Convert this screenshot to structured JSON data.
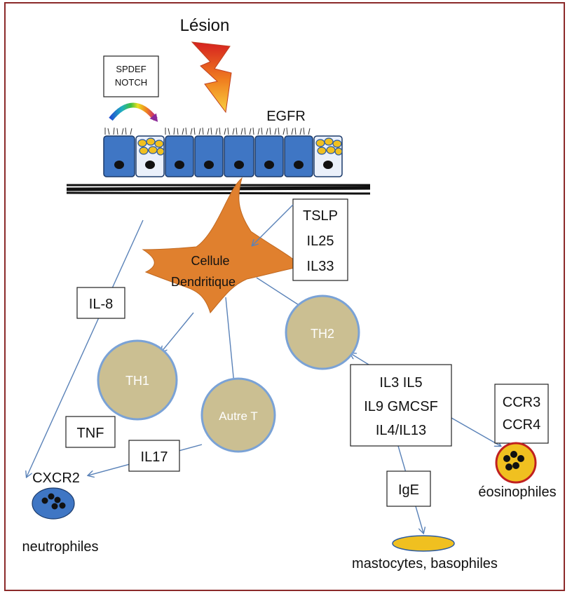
{
  "title": "Lésion",
  "trigger": {
    "line1": "SPDEF",
    "line2": "NOTCH"
  },
  "egfr": "EGFR",
  "cytokines_box": [
    "TSLP",
    "IL25",
    "IL33"
  ],
  "dendritic_cell": {
    "line1": "Cellule",
    "line2": "Dendritique"
  },
  "il8": "IL-8",
  "cells": {
    "th1": "TH1",
    "th2": "TH2",
    "autre_t": "Autre T"
  },
  "tnf": "TNF",
  "il17": "IL17",
  "cxcr2": "CXCR2",
  "neutrophiles": "neutrophiles",
  "th2_cytokines": [
    "IL3 IL5",
    "IL9 GMCSF",
    "IL4/IL13"
  ],
  "receptors": [
    "CCR3",
    "CCR4"
  ],
  "eosinophiles": "éosinophiles",
  "ige": "IgE",
  "mastocytes": "mastocytes, basophiles",
  "colors": {
    "frame": "#8b2a2a",
    "cell_blue": "#3f76c4",
    "dendritic": "#e0802e",
    "t_cell": "#cbbf92",
    "arrow": "#5a82b8",
    "granule_yellow": "#f0c020"
  }
}
